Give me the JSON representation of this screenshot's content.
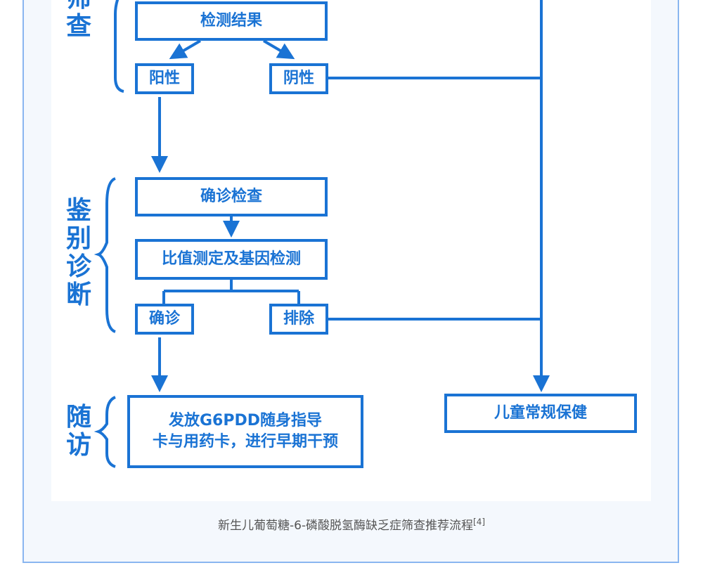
{
  "stages": {
    "screening": "筛查",
    "differential_diagnosis": "鉴别诊断",
    "follow_up": "随访"
  },
  "nodes": {
    "test_result": "检测结果",
    "positive": "阳性",
    "negative": "阴性",
    "confirm_exam": "确诊检查",
    "ratio_gene_test": "比值测定及基因检测",
    "confirmed": "确诊",
    "excluded": "排除",
    "follow_up_card_line1": "发放G6PDD随身指导",
    "follow_up_card_line2": "卡与用药卡，进行早期干预",
    "routine_care": "儿童常规保健"
  },
  "edges": [
    {
      "from": "test_result",
      "to": "positive"
    },
    {
      "from": "test_result",
      "to": "negative"
    },
    {
      "from": "positive",
      "to": "confirm_exam"
    },
    {
      "from": "confirm_exam",
      "to": "ratio_gene_test"
    },
    {
      "from": "ratio_gene_test",
      "to": "confirmed"
    },
    {
      "from": "ratio_gene_test",
      "to": "excluded"
    },
    {
      "from": "confirmed",
      "to": "follow_up_card"
    },
    {
      "from": "negative",
      "to": "routine_care"
    },
    {
      "from": "excluded",
      "to": "routine_care"
    }
  ],
  "caption": {
    "text": "新生儿葡萄糖-6-磷酸脱氢酶缺乏症筛查推荐流程",
    "ref": "[4]"
  },
  "colors": {
    "primary": "#1a73d4",
    "card_border": "#8ab6f0",
    "card_bg": "#f4f8fd"
  }
}
